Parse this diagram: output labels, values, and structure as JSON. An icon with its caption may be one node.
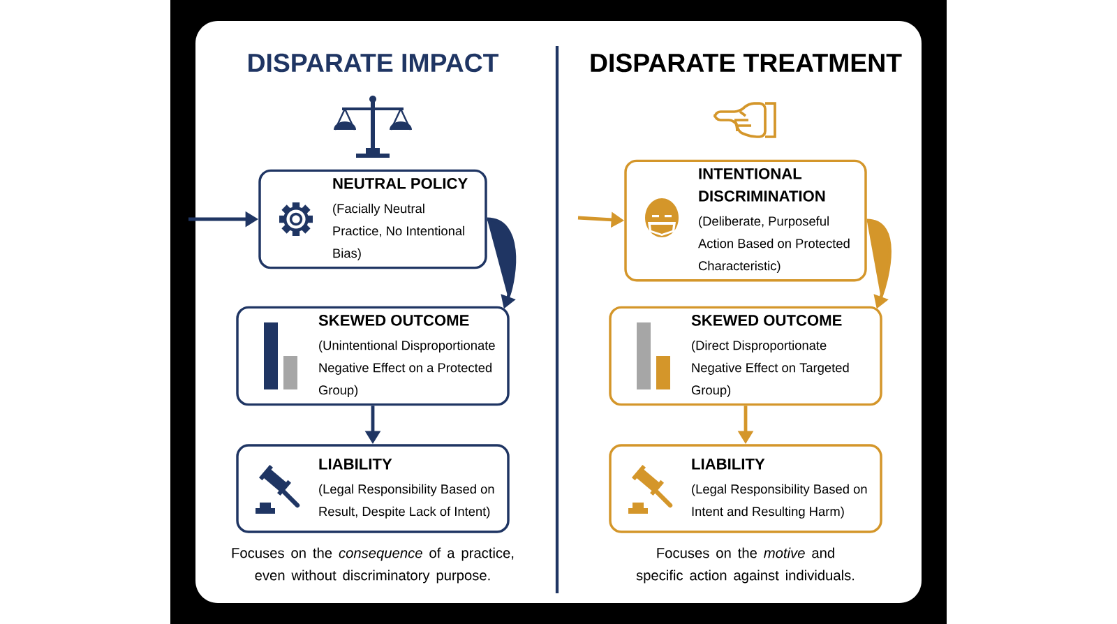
{
  "diagram": {
    "nodes": [
      {
        "text": [
          "NEUTRAL POLICY",
          "(Facially Neutral Practice, No Intentional Bias)"
        ]
      },
      {
        "text": [
          "SKEWED OUTCOME",
          "(Unintentional Disproportionate Negative Effect on a Protected Group)"
        ]
      },
      {
        "text": [
          "LIABILITY",
          "(Legal Responsibility Based on Result, Despite Lack of Intent)"
        ]
      },
      {
        "text": [
          "INTENTIONAL DISCRIMINATION",
          "(Deliberate, Purposeful Action Based on Protected Characteristic)"
        ]
      },
      {
        "text": [
          "SKEWED OUTCOME",
          "(Direct Disproportionate Negative Effect on Targeted Group)"
        ]
      },
      {
        "text": [
          "LIABILITY",
          "(Legal Responsibility Based on Intent and Resulting Harm)"
        ]
      }
    ],
    "edges": [
      {
        "from": null,
        "to": 0,
        "arrow": "to"
      },
      {
        "from": 0,
        "to": 1,
        "arrow": "to"
      },
      {
        "from": 1,
        "to": 2,
        "arrow": "to"
      },
      {
        "from": null,
        "to": 3,
        "arrow": "to",
        "color": "#d4962a"
      },
      {
        "from": 3,
        "to": 4,
        "arrow": "to",
        "color": "#d4962a"
      },
      {
        "from": 4,
        "to": 5,
        "arrow": "to",
        "color": "#d4962a"
      }
    ],
    "labels": [
      "DISPARATE IMPACT",
      "DISPARATE TREATMENT",
      "Focuses on the *consequence* of a practice, even without discriminatory purpose.",
      "Focuses on the *motive* and specific action against individuals."
    ]
  }
}
